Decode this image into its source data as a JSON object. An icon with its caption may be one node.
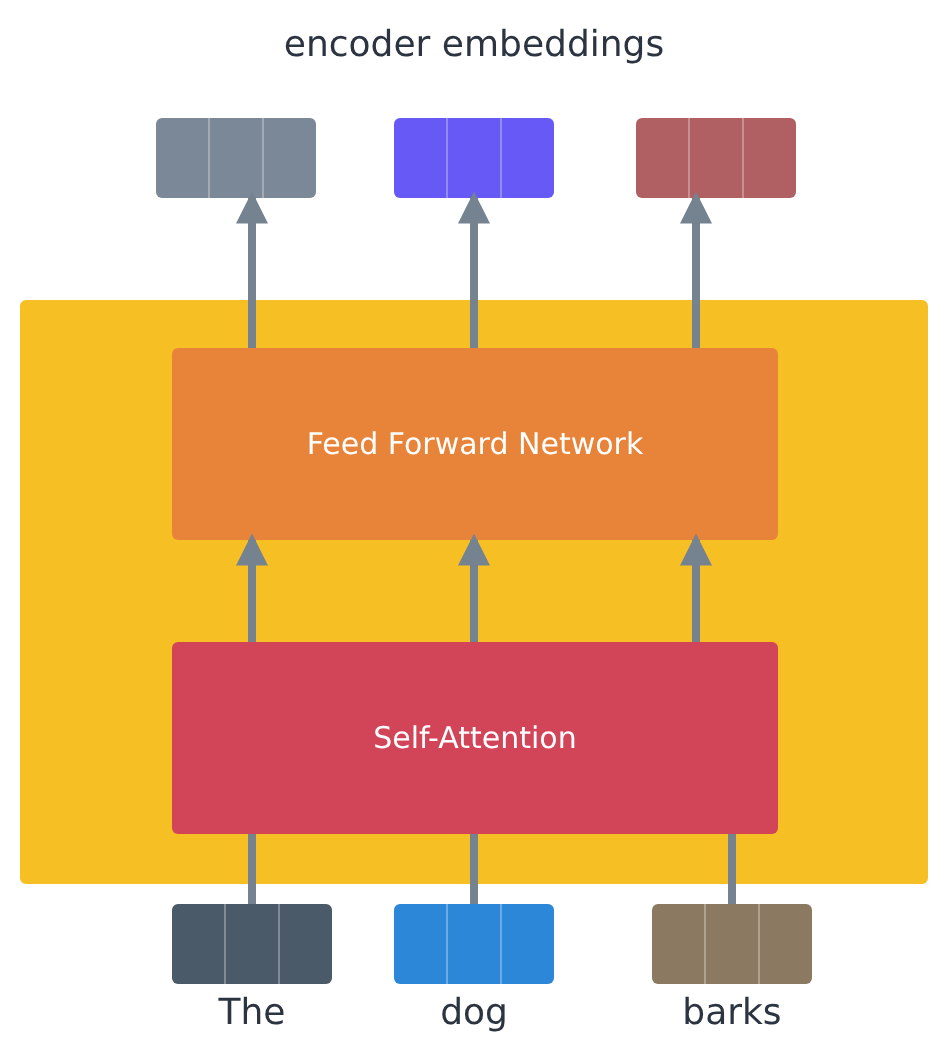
{
  "diagram": {
    "title": "encoder embeddings",
    "nodes": [
      {
        "text": [],
        "shape": "bar"
      },
      {
        "text": [],
        "shape": "bar"
      },
      {
        "text": [],
        "shape": "bar"
      },
      {
        "text": [],
        "shape": "box"
      },
      {
        "text": [
          "Feed Forward Network"
        ],
        "in": 3
      },
      {
        "text": [
          "Self-Attention"
        ],
        "in": 3
      },
      {
        "text": [
          "The"
        ]
      },
      {
        "text": [
          "dog"
        ]
      },
      {
        "text": [
          "barks"
        ]
      }
    ],
    "edges": [
      {
        "from": 6,
        "to": 5,
        "arrow": "none"
      },
      {
        "from": 7,
        "to": 5,
        "arrow": "none"
      },
      {
        "from": 8,
        "to": 5,
        "arrow": "none"
      },
      {
        "from": 5,
        "to": 4,
        "arrow": "to"
      },
      {
        "from": 5,
        "to": 4,
        "arrow": "to"
      },
      {
        "from": 5,
        "to": 4,
        "arrow": "to"
      },
      {
        "from": 4,
        "to": 0,
        "arrow": "to"
      },
      {
        "from": 4,
        "to": 1,
        "arrow": "to"
      },
      {
        "from": 4,
        "to": 2,
        "arrow": "to"
      }
    ]
  }
}
